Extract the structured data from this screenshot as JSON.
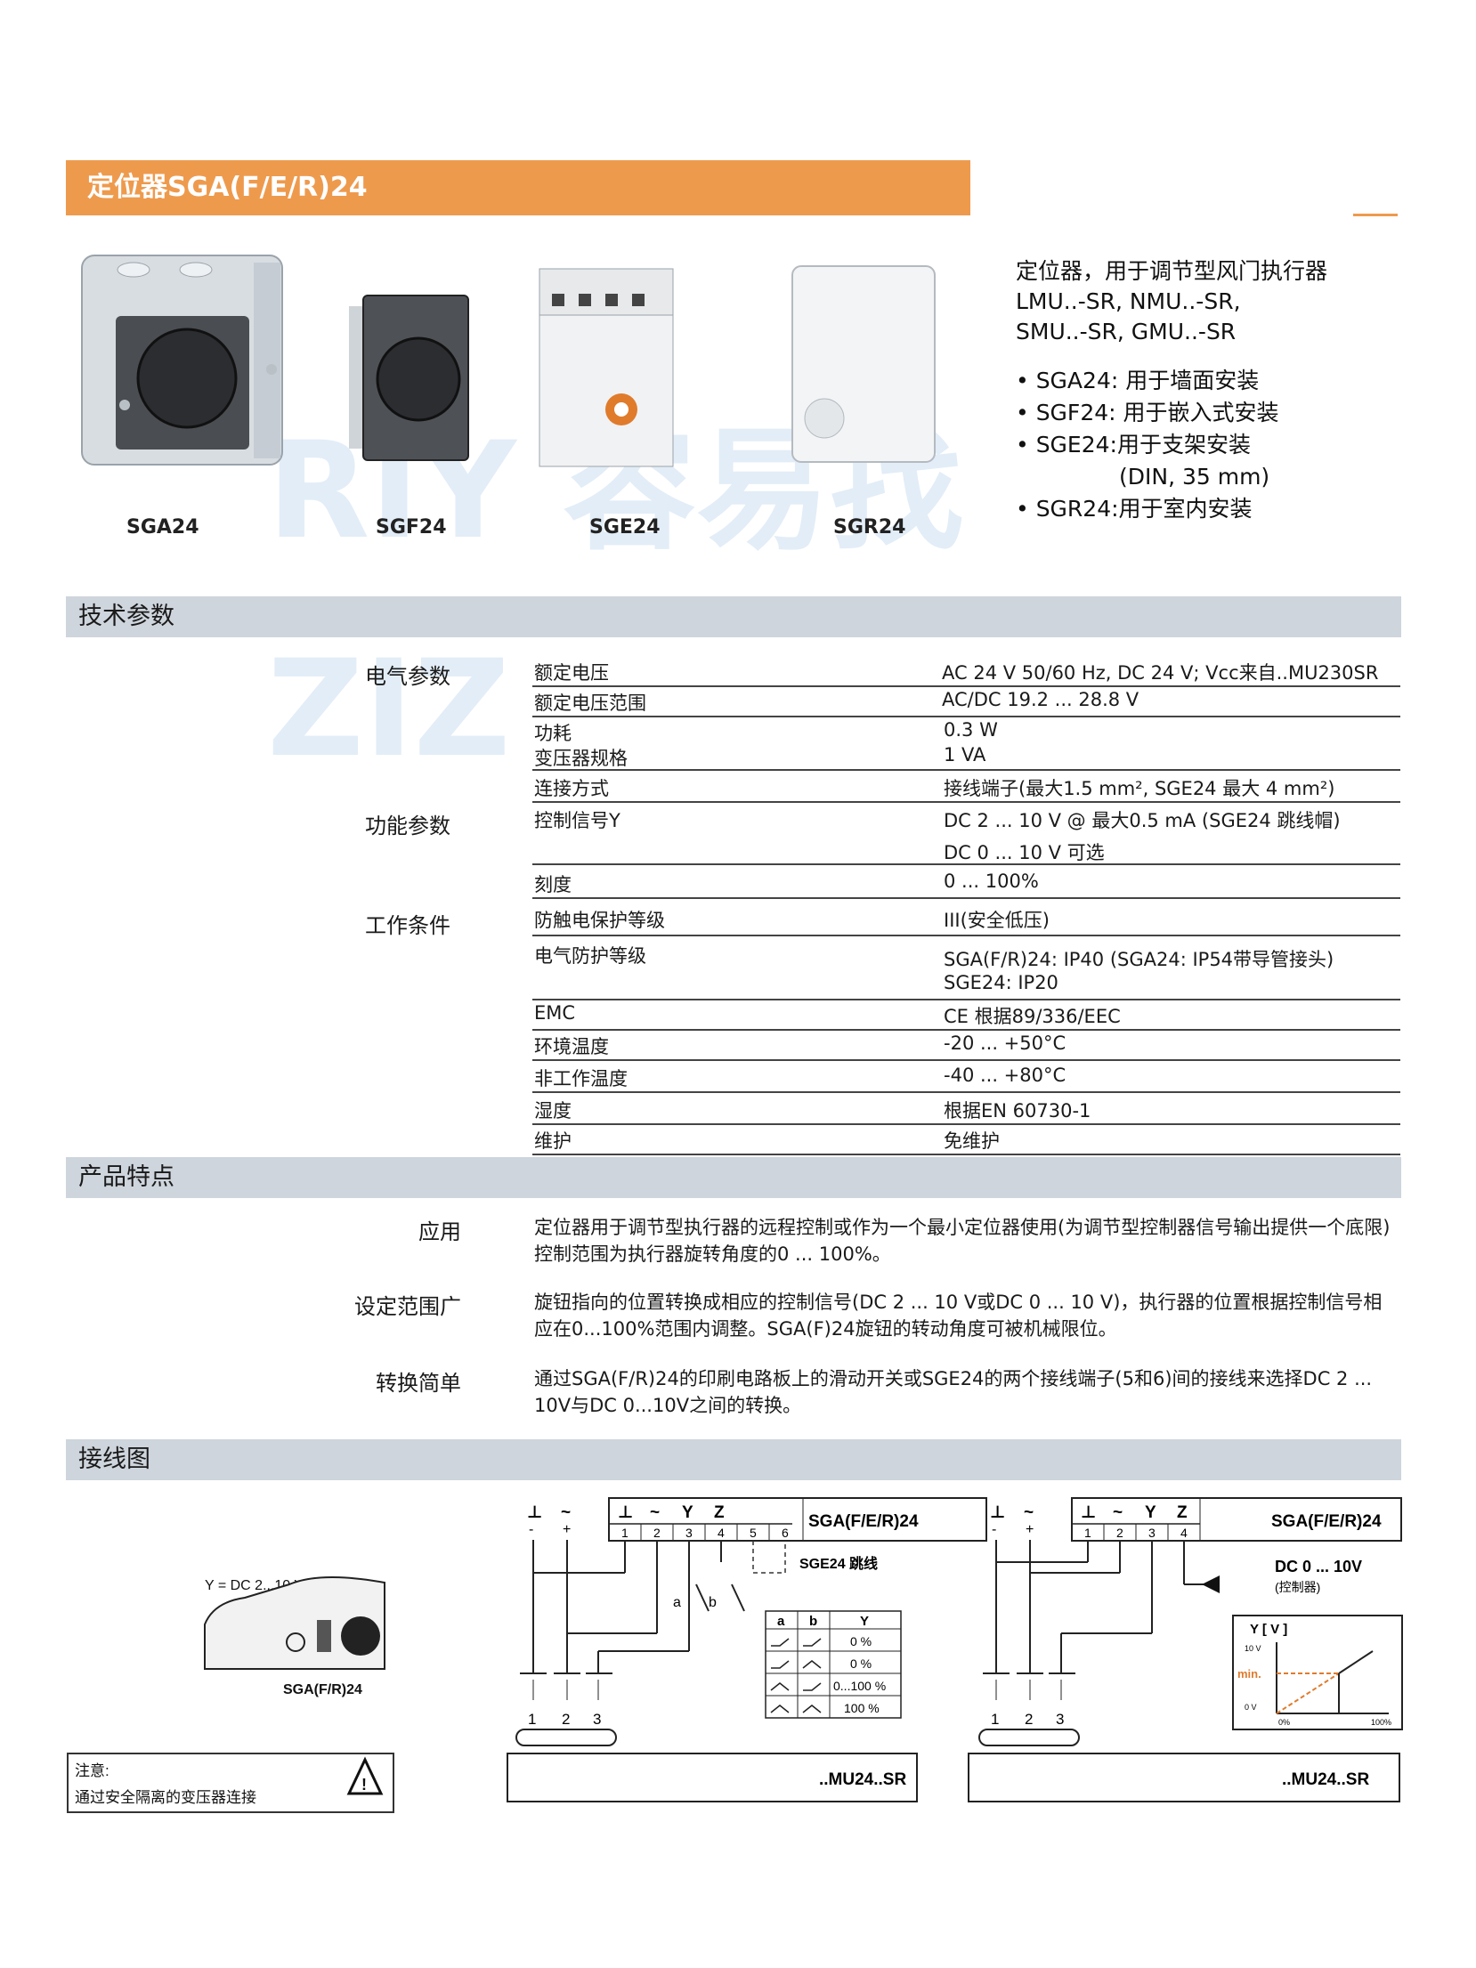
{
  "header": {
    "title": "定位器SGA(F/E/R)24"
  },
  "products": [
    {
      "label": "SGA24"
    },
    {
      "label": "SGF24"
    },
    {
      "label": "SGE24"
    },
    {
      "label": "SGR24"
    }
  ],
  "intro": {
    "lines": [
      "定位器，用于调节型风门执行器",
      "LMU..-SR, NMU..-SR,",
      "SMU..-SR, GMU..-SR"
    ],
    "bullets": [
      "• SGA24: 用于墙面安装",
      "• SGF24: 用于嵌入式安装",
      "• SGE24:用于支架安装",
      "(DIN, 35 mm)",
      "• SGR24:用于室内安装"
    ]
  },
  "tech": {
    "section_title": "技术参数",
    "groups": [
      "电气参数",
      "功能参数",
      "工作条件"
    ],
    "rows": [
      {
        "param": "额定电压",
        "value": "AC 24 V 50/60 Hz, DC 24 V; Vcc来自..MU230SR"
      },
      {
        "param": "额定电压范围",
        "value": "AC/DC 19.2 ... 28.8 V"
      },
      {
        "param": "功耗",
        "value": "0.3 W"
      },
      {
        "param": "变压器规格",
        "value": "1 VA"
      },
      {
        "param": "连接方式",
        "value": "接线端子(最大1.5 mm², SGE24 最大 4 mm²)"
      },
      {
        "param": "控制信号Y",
        "value": "DC 2 ... 10 V @ 最大0.5 mA (SGE24 跳线帽)",
        "value2": "DC 0 ... 10 V 可选"
      },
      {
        "param": "刻度",
        "value": "0 ... 100%"
      },
      {
        "param": "防触电保护等级",
        "value": "III(安全低压)"
      },
      {
        "param": "电气防护等级",
        "value": "SGA(F/R)24: IP40 (SGA24: IP54带导管接头)",
        "value2": "SGE24: IP20"
      },
      {
        "param": "EMC",
        "value": "CE 根据89/336/EEC"
      },
      {
        "param": "环境温度",
        "value": "-20 ... +50°C"
      },
      {
        "param": "非工作温度",
        "value": "-40 ... +80°C"
      },
      {
        "param": "湿度",
        "value": "根据EN 60730-1"
      },
      {
        "param": "维护",
        "value": "免维护"
      }
    ]
  },
  "features": {
    "section_title": "产品特点",
    "items": [
      {
        "label": "应用",
        "text": "定位器用于调节型执行器的远程控制或作为一个最小定位器使用(为调节型控制器信号输出提供一个底限)控制范围为执行器旋转角度的0 ... 100%。"
      },
      {
        "label": "设定范围广",
        "text": "旋钮指向的位置转换成相应的控制信号(DC 2 ... 10 V或DC 0 ... 10 V)，执行器的位置根据控制信号相应在0...100%范围内调整。SGA(F)24旋钮的转动角度可被机械限位。"
      },
      {
        "label": "转换简单",
        "text": "通过SGA(F/R)24的印刷电路板上的滑动开关或SGE24的两个接线端子(5和6)间的接线来选择DC 2 ... 10V与DC 0...10V之间的转换。"
      }
    ]
  },
  "wiring": {
    "section_title": "接线图",
    "small_label_y": "Y = DC 2...10 V",
    "small_label_device": "SGA(F/R)24",
    "note_title": "注意:",
    "note_text": "通过安全隔离的变压器连接",
    "left": {
      "device": "SGA(F/E/R)24",
      "terminals_top": [
        "⊥",
        "~",
        "Y",
        "Z"
      ],
      "terminal_nums": [
        "1",
        "2",
        "3",
        "4",
        "5",
        "6"
      ],
      "jumper_label": "SGE24 跳线",
      "supply_symbols": [
        "⊥",
        "~",
        "-",
        "+"
      ],
      "switch_a": "a",
      "switch_b": "b",
      "table_headers": [
        "a",
        "b",
        "Y"
      ],
      "table_y": [
        "0 %",
        "0 %",
        "0...100 %",
        "100 %"
      ],
      "actuator_nums": [
        "1",
        "2",
        "3"
      ],
      "actuator": "..MU24..SR"
    },
    "right": {
      "device": "SGA(F/E/R)24",
      "terminals_top": [
        "⊥",
        "~",
        "Y",
        "Z"
      ],
      "terminal_nums": [
        "1",
        "2",
        "3",
        "4"
      ],
      "input_label": "DC 0 ... 10V",
      "input_sub": "(控制器)",
      "graph_y": "Y [ V ]",
      "graph_10v": "10 V",
      "graph_0v": "0 V",
      "graph_min": "min.",
      "graph_0p": "0%",
      "graph_100p": "100%",
      "actuator_nums": [
        "1",
        "2",
        "3"
      ],
      "actuator": "..MU24..SR"
    }
  },
  "watermark": {
    "text": "RIY 容易找",
    "text2": "ZIZ"
  },
  "colors": {
    "accent": "#ee9a4d",
    "section_bg": "#ced5dc"
  }
}
